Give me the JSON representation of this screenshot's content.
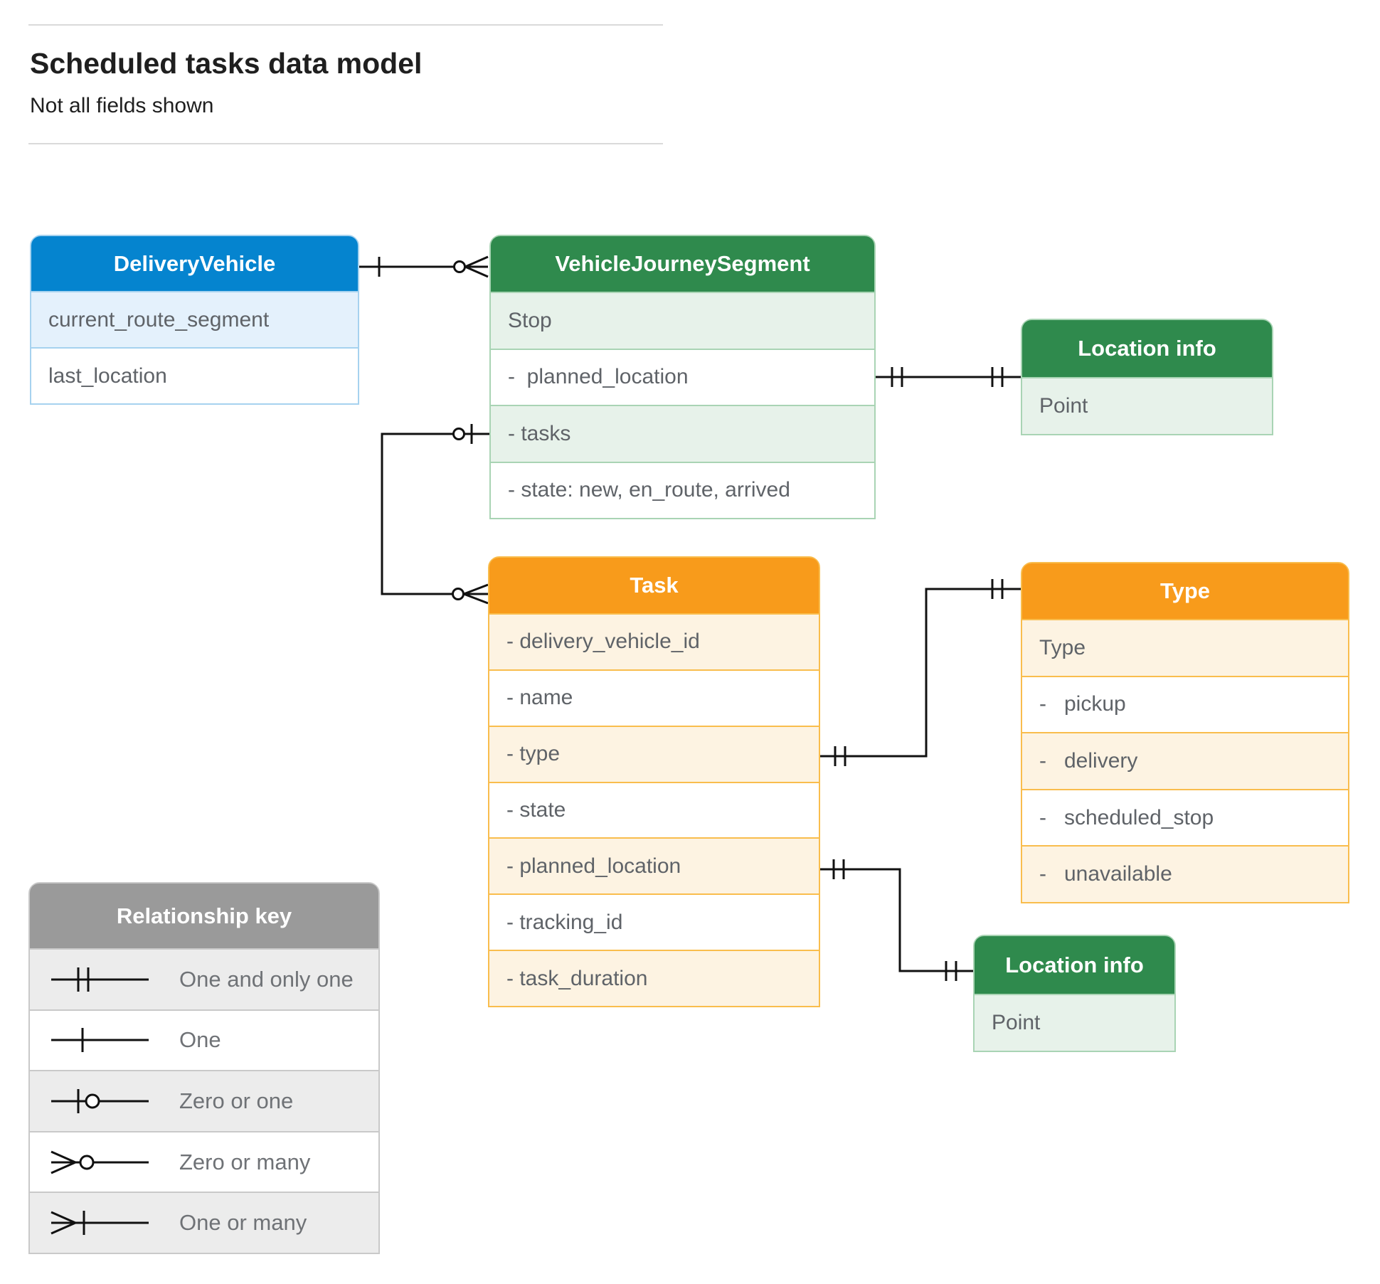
{
  "header": {
    "title": "Scheduled tasks data model",
    "subtitle": "Not all fields shown"
  },
  "entities": {
    "deliveryVehicle": {
      "title": "DeliveryVehicle",
      "fields": [
        {
          "name": "current_route_segment"
        },
        {
          "name": "last_location"
        }
      ]
    },
    "vehicleJourneySegment": {
      "title": "VehicleJourneySegment",
      "fields": [
        {
          "name": "Stop"
        },
        {
          "name": "-  planned_location"
        },
        {
          "name": "- tasks"
        },
        {
          "name": "- state: new, en_route, arrived"
        }
      ]
    },
    "locationInfoTop": {
      "title": "Location info",
      "fields": [
        {
          "name": "Point"
        }
      ]
    },
    "task": {
      "title": "Task",
      "fields": [
        {
          "name": "- delivery_vehicle_id"
        },
        {
          "name": "- name"
        },
        {
          "name": "- type"
        },
        {
          "name": "- state"
        },
        {
          "name": "- planned_location"
        },
        {
          "name": "- tracking_id"
        },
        {
          "name": "- task_duration"
        }
      ]
    },
    "type": {
      "title": "Type",
      "fields": [
        {
          "name": "Type"
        },
        {
          "name": "-   pickup"
        },
        {
          "name": "-   delivery"
        },
        {
          "name": "-   scheduled_stop"
        },
        {
          "name": "-   unavailable"
        }
      ]
    },
    "locationInfoBottom": {
      "title": "Location info",
      "fields": [
        {
          "name": "Point"
        }
      ]
    }
  },
  "legend": {
    "title": "Relationship key",
    "items": [
      {
        "label": "One and only one",
        "symbol": "one-and-only-one"
      },
      {
        "label": "One",
        "symbol": "one"
      },
      {
        "label": "Zero or one",
        "symbol": "zero-or-one"
      },
      {
        "label": "Zero or many",
        "symbol": "zero-or-many"
      },
      {
        "label": "One or many",
        "symbol": "one-or-many"
      }
    ]
  },
  "relationships": [
    {
      "from": "DeliveryVehicle",
      "to": "VehicleJourneySegment",
      "from_cardinality": "one",
      "to_cardinality": "zero-or-many"
    },
    {
      "from": "VehicleJourneySegment.planned_location",
      "to": "Location info (top)",
      "from_cardinality": "one-and-only-one",
      "to_cardinality": "one-and-only-one"
    },
    {
      "from": "VehicleJourneySegment.tasks",
      "to": "Task",
      "from_cardinality": "zero-or-one",
      "to_cardinality": "zero-or-many"
    },
    {
      "from": "Task.type",
      "to": "Type",
      "from_cardinality": "one-and-only-one",
      "to_cardinality": "one-and-only-one"
    },
    {
      "from": "Task.planned_location",
      "to": "Location info (bottom)",
      "from_cardinality": "one-and-only-one",
      "to_cardinality": "one-and-only-one"
    }
  ],
  "colors": {
    "blue_header": "#0584cf",
    "blue_tint": "#e4f1fc",
    "green_header": "#2f8a4d",
    "green_tint": "#e7f2ea",
    "orange_header": "#f89b1b",
    "orange_tint": "#fdf3e2",
    "gray_header": "#9a9a9a",
    "gray_tint": "#ececec",
    "field_text": "#5f6368",
    "connector": "#111111"
  }
}
